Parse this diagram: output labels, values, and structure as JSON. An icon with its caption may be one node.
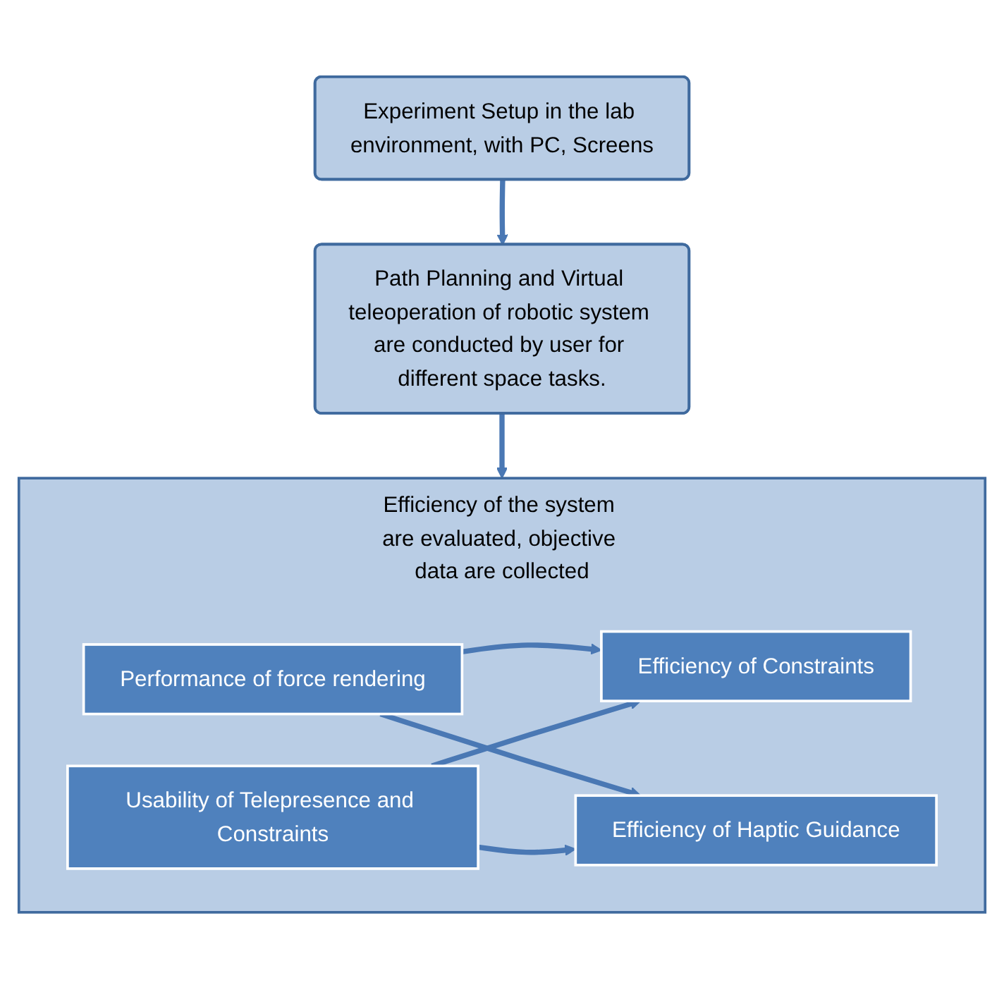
{
  "diagram": {
    "nodes": [
      {
        "text": [
          "Experiment Setup in the lab environment, with PC, Screens"
        ]
      },
      {
        "text": [
          "Path Planning and Virtual teleoperation of robotic system are conducted by user for different space tasks."
        ]
      },
      {
        "text": [
          "Efficiency of the system are evaluated, objective data are collected"
        ]
      },
      {
        "text": [
          "Performance of force rendering"
        ],
        "in": 2
      },
      {
        "text": [
          "Usability of Telepresence and Constraints"
        ],
        "in": 2
      },
      {
        "text": [
          "Efficiency of Constraints"
        ],
        "in": 2
      },
      {
        "text": [
          "Efficiency of Haptic Guidance"
        ],
        "in": 2
      }
    ],
    "edges": [
      {
        "from": 0,
        "to": 1,
        "arrow": "to"
      },
      {
        "from": 1,
        "to": 2,
        "arrow": "to"
      },
      {
        "from": 3,
        "to": 5,
        "arrow": "to"
      },
      {
        "from": 3,
        "to": 6,
        "arrow": "to"
      },
      {
        "from": 4,
        "to": 5,
        "arrow": "to"
      },
      {
        "from": 4,
        "to": 6,
        "arrow": "to"
      }
    ]
  }
}
